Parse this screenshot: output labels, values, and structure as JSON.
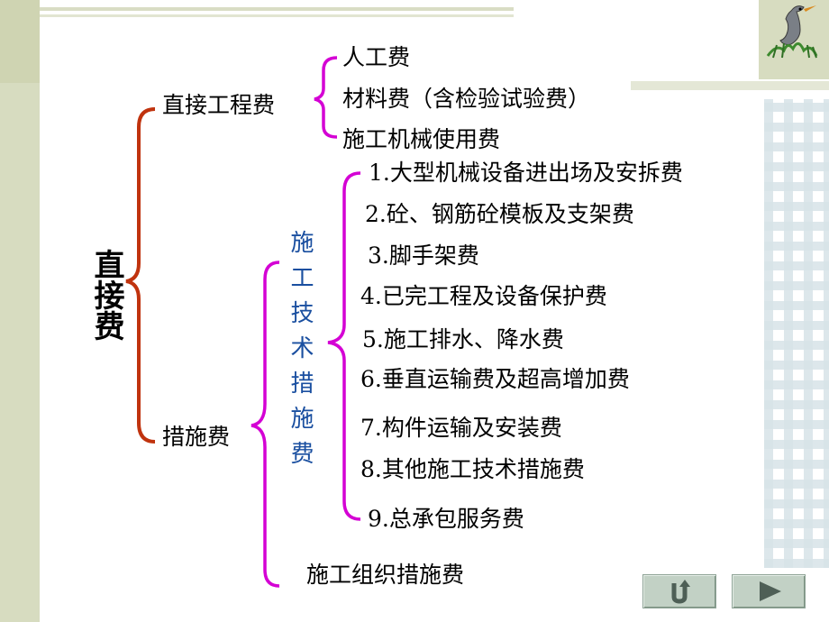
{
  "title": "直接费",
  "tree": {
    "direct_engineering": {
      "label": "直接工程费",
      "items": [
        "人工费",
        "材料费（含检验试验费）",
        "施工机械使用费"
      ]
    },
    "measures": {
      "label": "措施费",
      "technical": {
        "label": "施工技术措施费",
        "items": [
          "1.大型机械设备进出场及安拆费",
          "2.砼、钢筋砼模板及支架费",
          "3.脚手架费",
          "4.已完工程及设备保护费",
          "5.施工排水、降水费",
          "6.垂直运输费及超高增加费",
          "7.构件运输及安装费",
          "8.其他施工技术措施费",
          "9.总承包服务费"
        ]
      },
      "organization": {
        "label": "施工组织措施费"
      }
    }
  },
  "colors": {
    "root_brace": "#c0330e",
    "child_brace": "#d400d4",
    "subtitle": "#1a4fa0"
  },
  "nav": {
    "back_icon": "return-arrow-icon",
    "next_icon": "play-triangle-icon"
  }
}
